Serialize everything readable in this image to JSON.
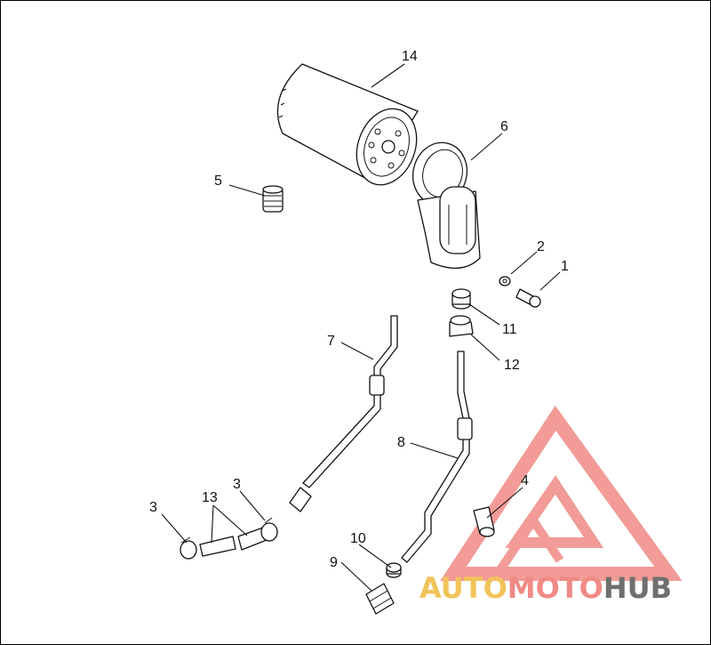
{
  "diagram": {
    "callouts": {
      "c1": "1",
      "c2": "2",
      "c3a": "3",
      "c3b": "3",
      "c4": "4",
      "c5": "5",
      "c6": "6",
      "c7": "7",
      "c8": "8",
      "c9": "9",
      "c10": "10",
      "c11": "11",
      "c12": "12",
      "c13": "13",
      "c14": "14"
    }
  },
  "watermark": {
    "word_auto": "AUTO",
    "word_moto": "MOTO",
    "word_hub": "HUB",
    "colors": {
      "auto": "#f2c35a",
      "moto": "#f08a85",
      "hub": "#6f6f6f",
      "logo": "#f08a85"
    }
  }
}
